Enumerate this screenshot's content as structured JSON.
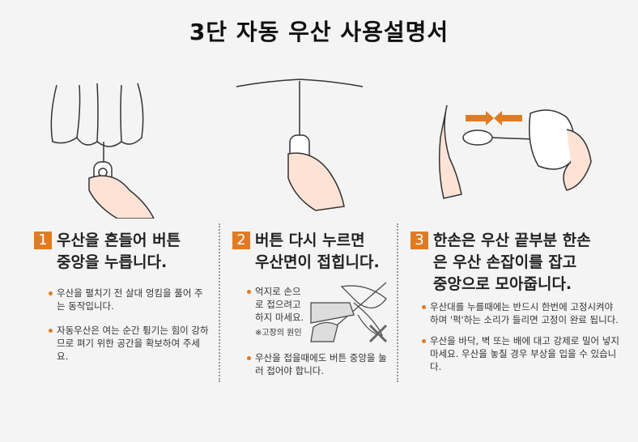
{
  "title": "3단 자동 우산 사용설명서",
  "accent_color": "#e07b24",
  "steps": [
    {
      "number": "1",
      "heading_lines": [
        "우산을 흔들어 버튼",
        "중앙을 누릅니다."
      ],
      "bullets": [
        "우산을 펼치기 전 살대 엉킴을 풀어 주는 동작입니다.",
        "자동우산은 여는 순간 튕기는 힘이 강하므로 펴기 위한 공간을 확보하여 주세요."
      ]
    },
    {
      "number": "2",
      "heading_lines": [
        "버튼 다시 누르면",
        "우산면이 접힙니다."
      ],
      "bullets": [
        "억지로 손으로 접으려고 하지 마세요.",
        "우산을 접을때에도 버튼 중앙을 눌러 접어야 합니다."
      ],
      "note": "※고장의 원인"
    },
    {
      "number": "3",
      "heading_lines": [
        "한손은 우산 끝부분 한손",
        "은 우산 손잡이를 잡고",
        "중앙으로 모아줍니다."
      ],
      "bullets": [
        "우산대를 누를때에는 반드시 한번에  고정시켜야 하며 '퍽'하는 소리가 들리면 고정이 완료 됩니다.",
        "우산을 바닥, 벽 또는 배에 대고 강제로 밀어 넣지 마세요. 우산을 놓칠 경우 부상을 입을 수 있습니다."
      ]
    }
  ]
}
